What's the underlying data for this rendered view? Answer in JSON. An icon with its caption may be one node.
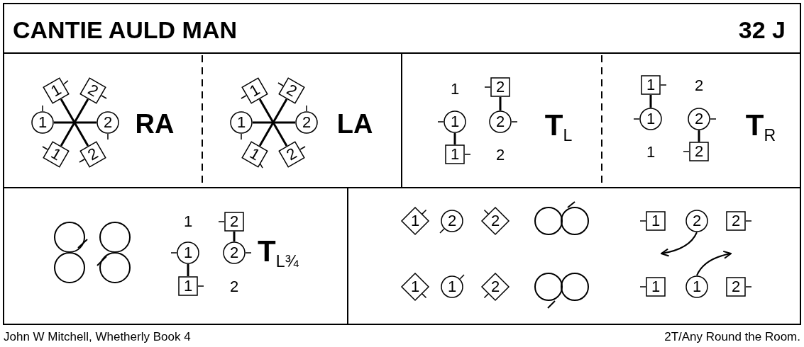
{
  "diagram": {
    "title": "CANTIE AULD MAN",
    "nodes": [
      {
        "text": [
          "1"
        ]
      },
      {
        "text": [
          "2"
        ]
      },
      {
        "text": [
          "1"
        ]
      },
      {
        "text": [
          "2"
        ]
      },
      {
        "text": [
          "1"
        ]
      },
      {
        "text": [
          "2"
        ]
      },
      {
        "text": [
          "1"
        ]
      },
      {
        "text": [
          "2"
        ]
      },
      {
        "text": [
          "1"
        ]
      },
      {
        "text": [
          "2"
        ]
      },
      {
        "text": [
          "1"
        ]
      },
      {
        "text": [
          "2"
        ]
      },
      {
        "text": [
          "2"
        ]
      },
      {
        "text": [
          "1"
        ]
      },
      {
        "text": [
          "2"
        ]
      },
      {
        "text": [
          "1"
        ]
      },
      {
        "text": [
          "1"
        ]
      },
      {
        "text": [
          "1"
        ]
      },
      {
        "text": [
          "2"
        ]
      },
      {
        "text": [
          "2"
        ]
      },
      {
        "text": [
          "2"
        ]
      },
      {
        "text": [
          "1"
        ]
      },
      {
        "text": [
          "2"
        ]
      },
      {
        "text": [
          "1"
        ]
      },
      {
        "text": [
          "1"
        ]
      },
      {
        "text": [
          "2"
        ]
      },
      {
        "text": [
          "2"
        ]
      },
      {
        "text": [
          "1"
        ]
      },
      {
        "text": [
          "2"
        ]
      },
      {
        "text": [
          "2"
        ]
      },
      {
        "text": [
          "1"
        ]
      },
      {
        "text": [
          "1"
        ]
      },
      {
        "text": [
          "2"
        ]
      },
      {
        "text": [
          "1"
        ]
      },
      {
        "text": [
          "1"
        ]
      },
      {
        "text": [
          "2"
        ]
      }
    ],
    "edges": [
      {
        "from": 2,
        "to": 3,
        "arrow": "none"
      },
      {
        "from": 0,
        "to": 5,
        "arrow": "none"
      },
      {
        "from": 1,
        "to": 4,
        "arrow": "none"
      },
      {
        "from": 8,
        "to": 9,
        "arrow": "none"
      },
      {
        "from": 6,
        "to": 11,
        "arrow": "none"
      },
      {
        "from": 7,
        "to": 10,
        "arrow": "none"
      },
      {
        "from": 13,
        "to": 15,
        "arrow": "none"
      },
      {
        "from": 12,
        "to": 14,
        "arrow": "none"
      },
      {
        "from": 16,
        "to": 17,
        "arrow": "none"
      },
      {
        "from": 18,
        "to": 19,
        "arrow": "none"
      },
      {
        "from": 20,
        "to": 22,
        "arrow": "none"
      },
      {
        "from": 21,
        "to": 23,
        "arrow": "none"
      },
      {
        "from": 28,
        "to": null,
        "arrow": "to"
      },
      {
        "from": 34,
        "to": null,
        "arrow": "to"
      }
    ],
    "labels": [
      "32 J",
      "RA",
      "LA",
      "1",
      "2",
      "T$_{L}$",
      "2",
      "1",
      "T$_{R}$",
      "1",
      "2",
      "T$_{L¾}$",
      "John W Mitchell, Whetherly Book 4",
      "2T/Any Round the Room."
    ]
  }
}
